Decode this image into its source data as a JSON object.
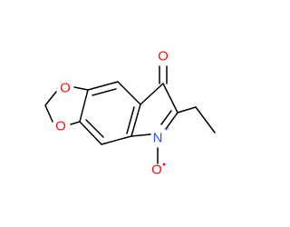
{
  "molecule": {
    "atoms": {
      "o_carbonyl": {
        "symbol": "O",
        "charge": ""
      },
      "o_ring_top": {
        "symbol": "O",
        "charge": ""
      },
      "o_ring_bottom": {
        "symbol": "O",
        "charge": ""
      },
      "n_plus": {
        "symbol": "N",
        "charge": "+"
      },
      "o_minus": {
        "symbol": "O",
        "charge": ""
      }
    },
    "colors": {
      "bond": "#000000",
      "oxygen": "#ff0d0d",
      "nitrogen": "#3050f8"
    }
  }
}
